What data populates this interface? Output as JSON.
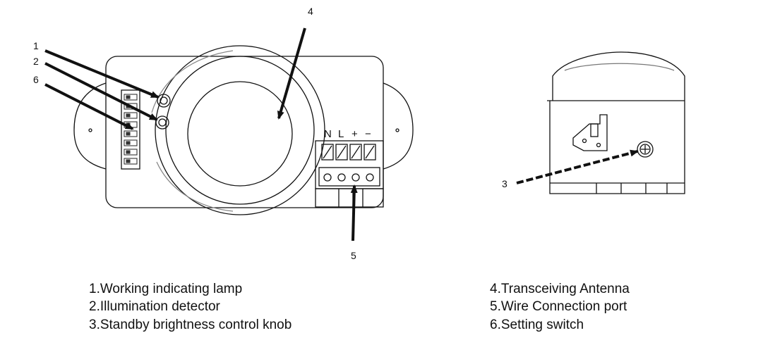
{
  "callouts": {
    "front": [
      "1",
      "2",
      "6",
      "4",
      "5"
    ],
    "side": [
      "3"
    ]
  },
  "terminals": [
    "N",
    "L",
    "+",
    "−"
  ],
  "legend": {
    "left": [
      "1.Working indicating lamp",
      "2.Illumination detector",
      "3.Standby brightness control knob"
    ],
    "right": [
      "4.Transceiving Antenna",
      "5.Wire Connection port",
      "6.Setting switch"
    ]
  },
  "colors": {
    "line": "#111111",
    "background": "#ffffff"
  }
}
